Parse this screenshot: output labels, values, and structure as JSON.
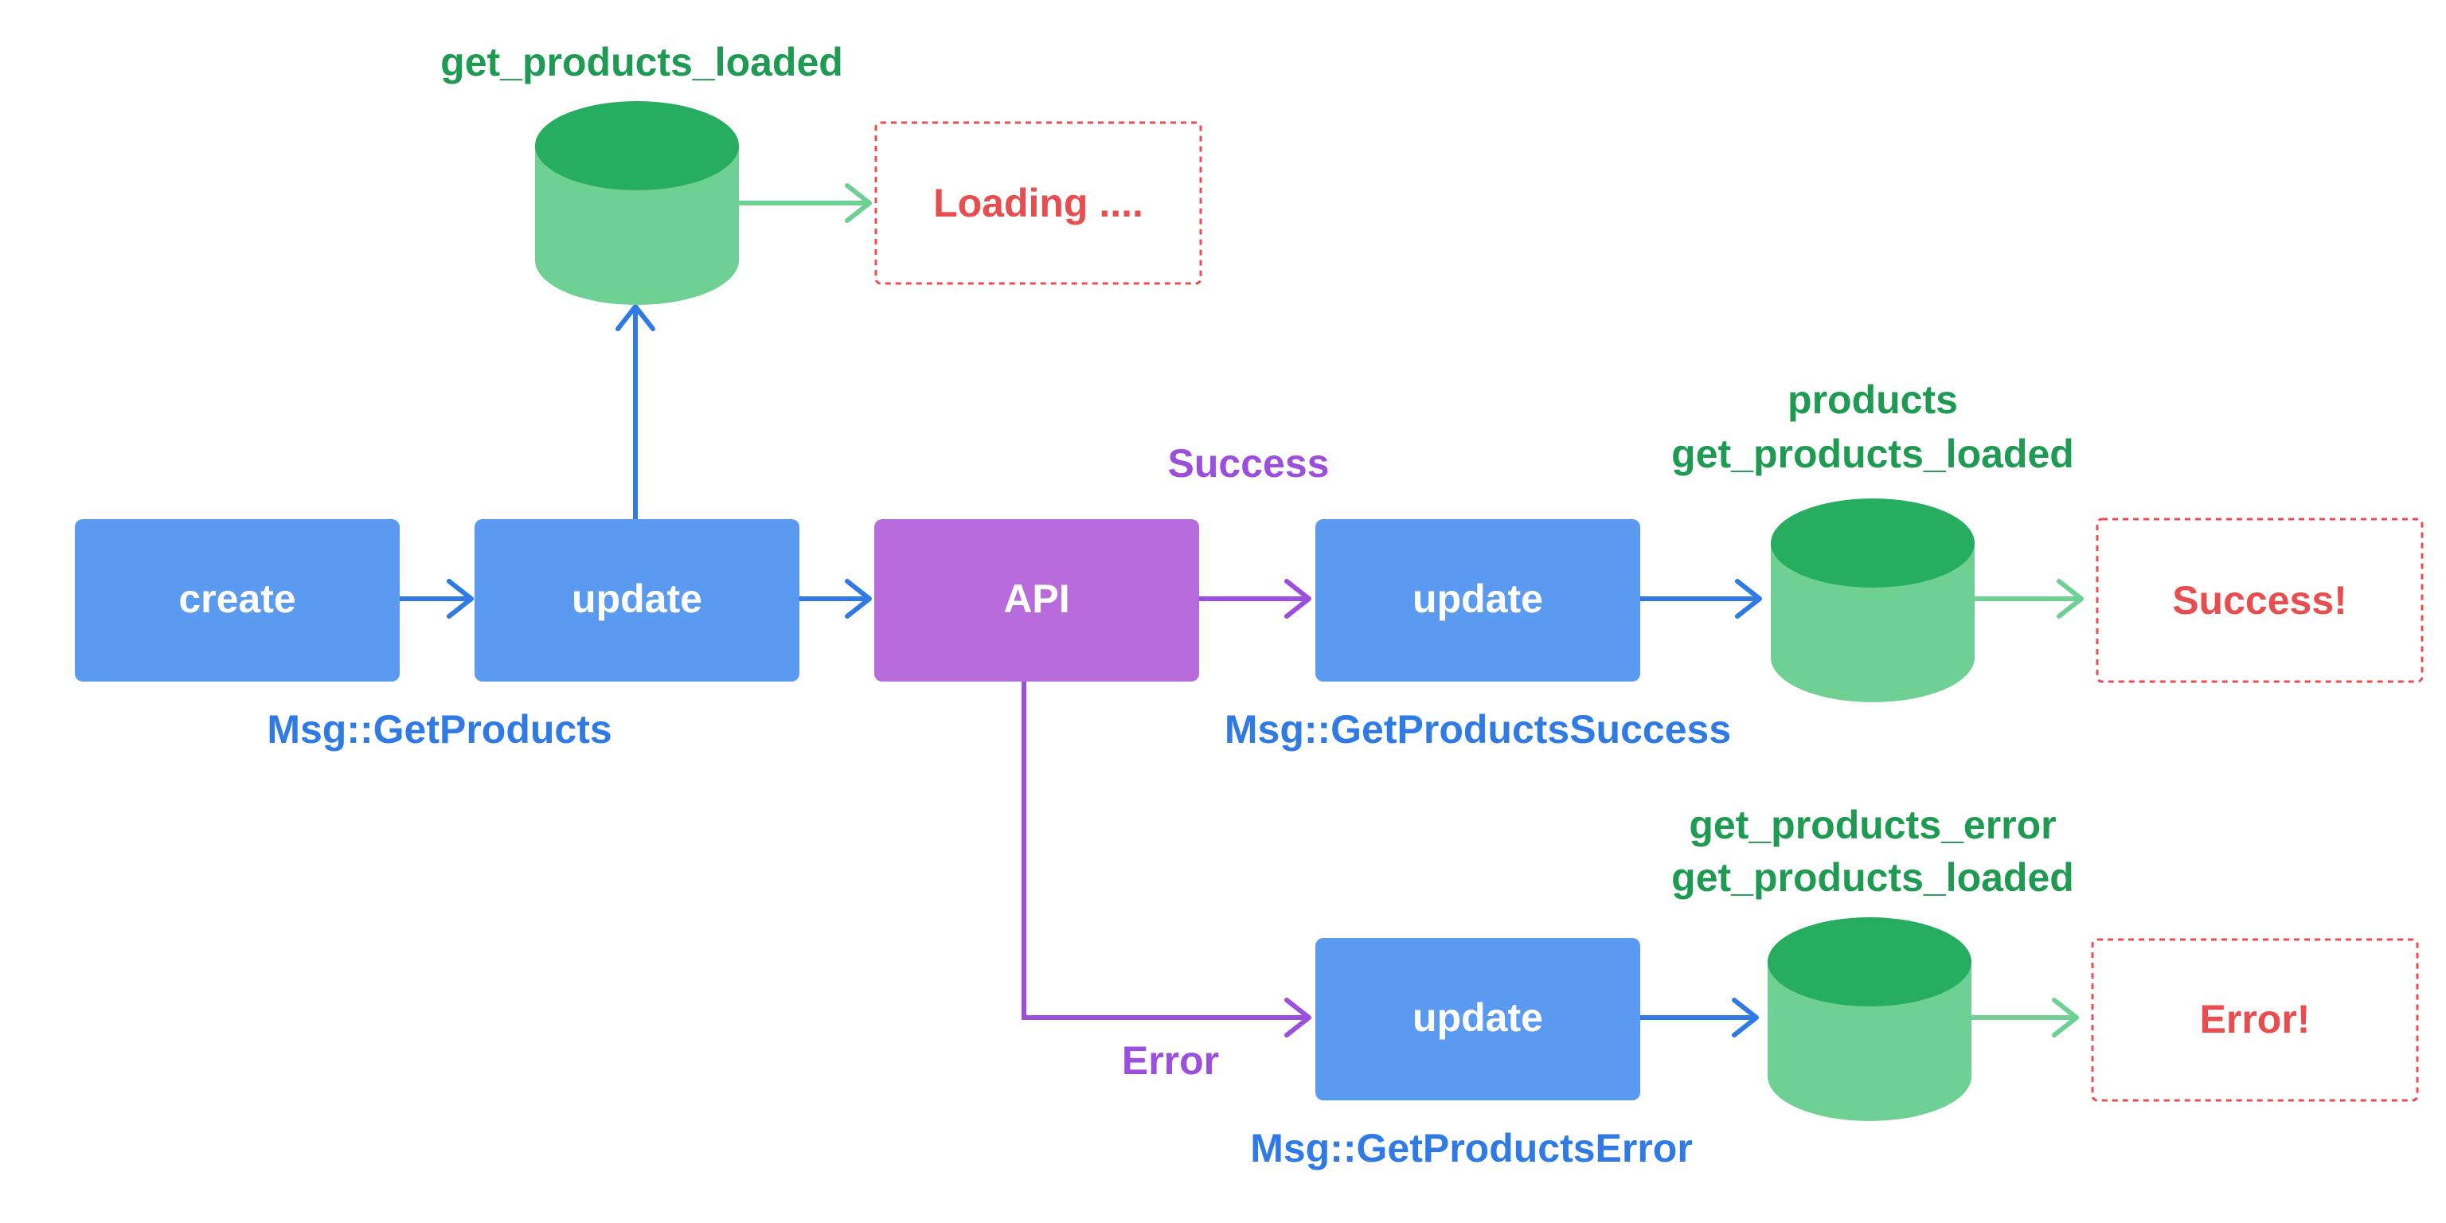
{
  "colors": {
    "process": "#5b9af1",
    "api": "#b86bdb",
    "blue_arrow": "#2f7ae5",
    "purple_arrow": "#9b4fdc",
    "green_arrow": "#6fd093",
    "store_top": "#27ad5f",
    "store_body": "#6fd093",
    "store_text": "#1f9a52",
    "view_border": "#e84d50",
    "view_text": "#e84d50"
  },
  "nodes": {
    "create": "create",
    "update_main": "update",
    "api": "API",
    "update_success": "update",
    "update_error": "update"
  },
  "messages": {
    "get_products": "Msg::GetProducts",
    "get_products_success": "Msg::GetProductsSuccess",
    "get_products_error": "Msg::GetProductsError"
  },
  "branches": {
    "success": "Success",
    "error": "Error"
  },
  "stores": {
    "loading_store": [
      "get_products_loaded"
    ],
    "success_store": [
      "products",
      "get_products_loaded"
    ],
    "error_store": [
      "get_products_error",
      "get_products_loaded"
    ]
  },
  "views": {
    "loading": "Loading ....",
    "success": "Success!",
    "error": "Error!"
  }
}
